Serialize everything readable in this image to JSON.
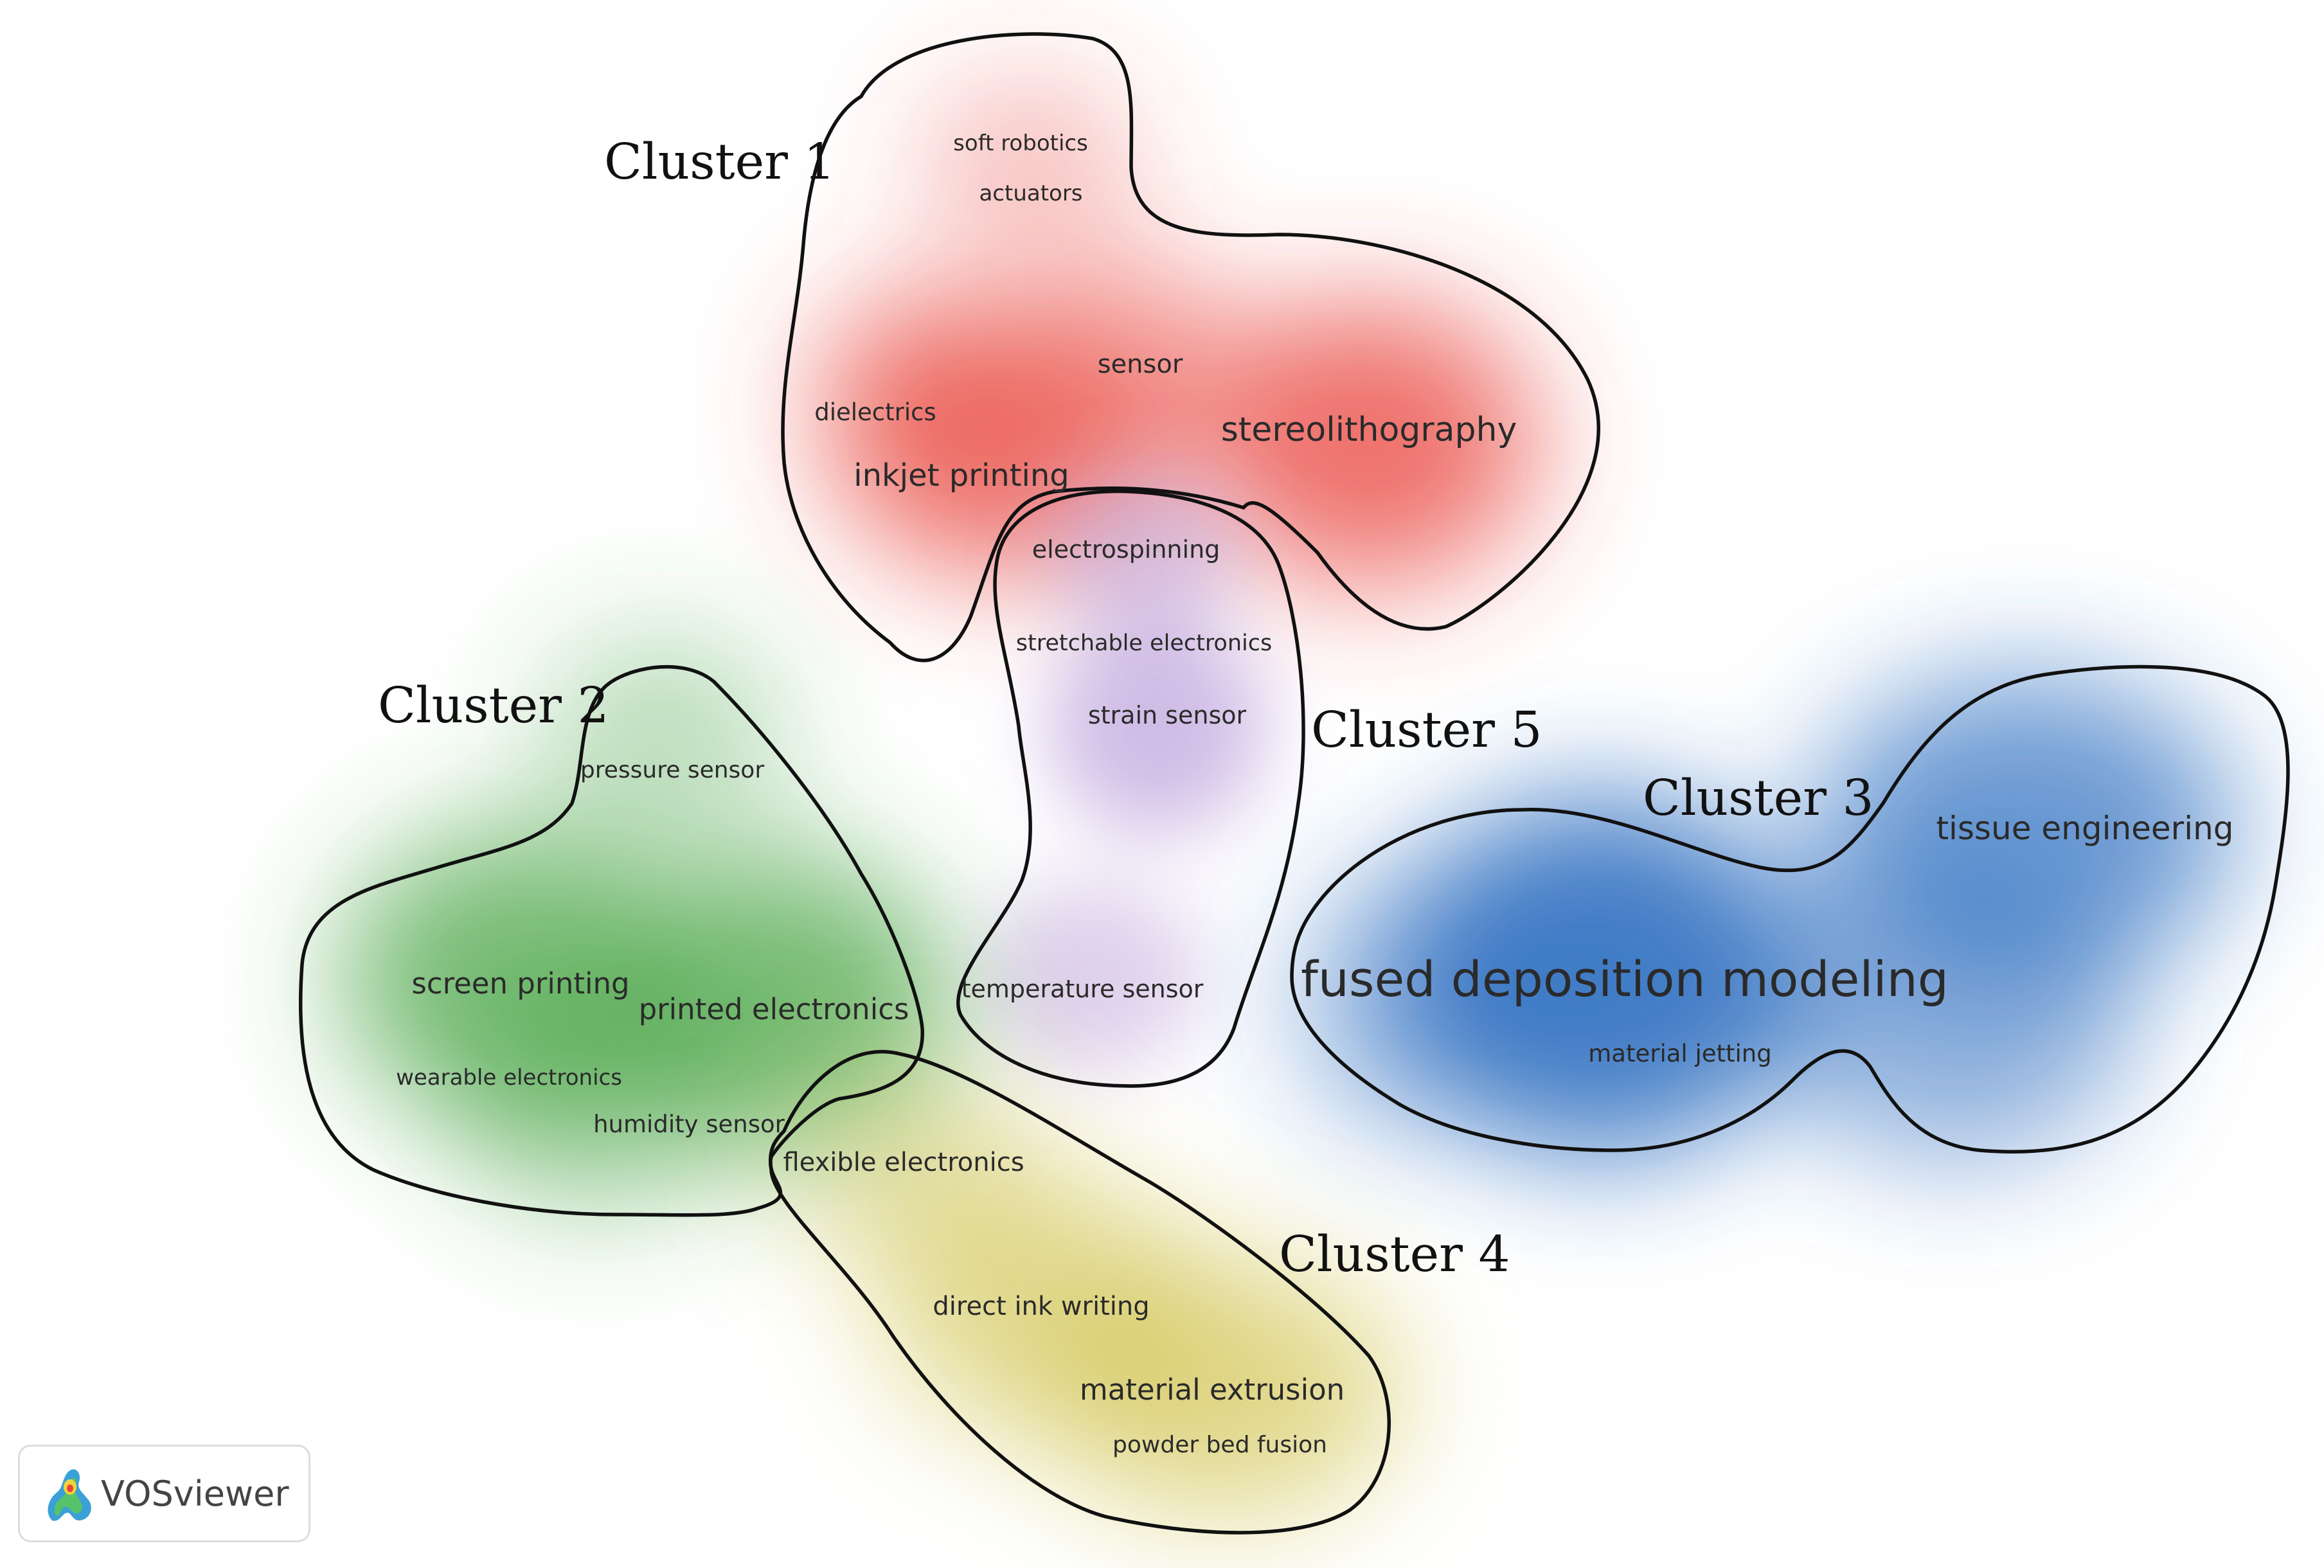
{
  "clusters": [
    {
      "id": 1,
      "label": "Cluster 1",
      "color": "#e8423a",
      "terms": [
        "soft robotics",
        "actuators",
        "sensor",
        "dielectrics",
        "stereolithography",
        "inkjet printing"
      ]
    },
    {
      "id": 2,
      "label": "Cluster 2",
      "color": "#3f9f3a",
      "terms": [
        "pressure sensor",
        "screen printing",
        "printed electronics",
        "wearable electronics",
        "humidity sensor"
      ]
    },
    {
      "id": 3,
      "label": "Cluster 3",
      "color": "#2f6fc0",
      "terms": [
        "tissue engineering",
        "fused deposition modeling",
        "material jetting"
      ]
    },
    {
      "id": 4,
      "label": "Cluster 4",
      "color": "#cfc24a",
      "terms": [
        "flexible electronics",
        "direct ink writing",
        "material extrusion",
        "powder bed fusion"
      ]
    },
    {
      "id": 5,
      "label": "Cluster 5",
      "color": "#b79ad8",
      "terms": [
        "electrospinning",
        "stretchable electronics",
        "strain sensor",
        "temperature sensor"
      ]
    }
  ],
  "brand": {
    "name": "VOSviewer",
    "icon": "vosviewer-logo-icon"
  }
}
